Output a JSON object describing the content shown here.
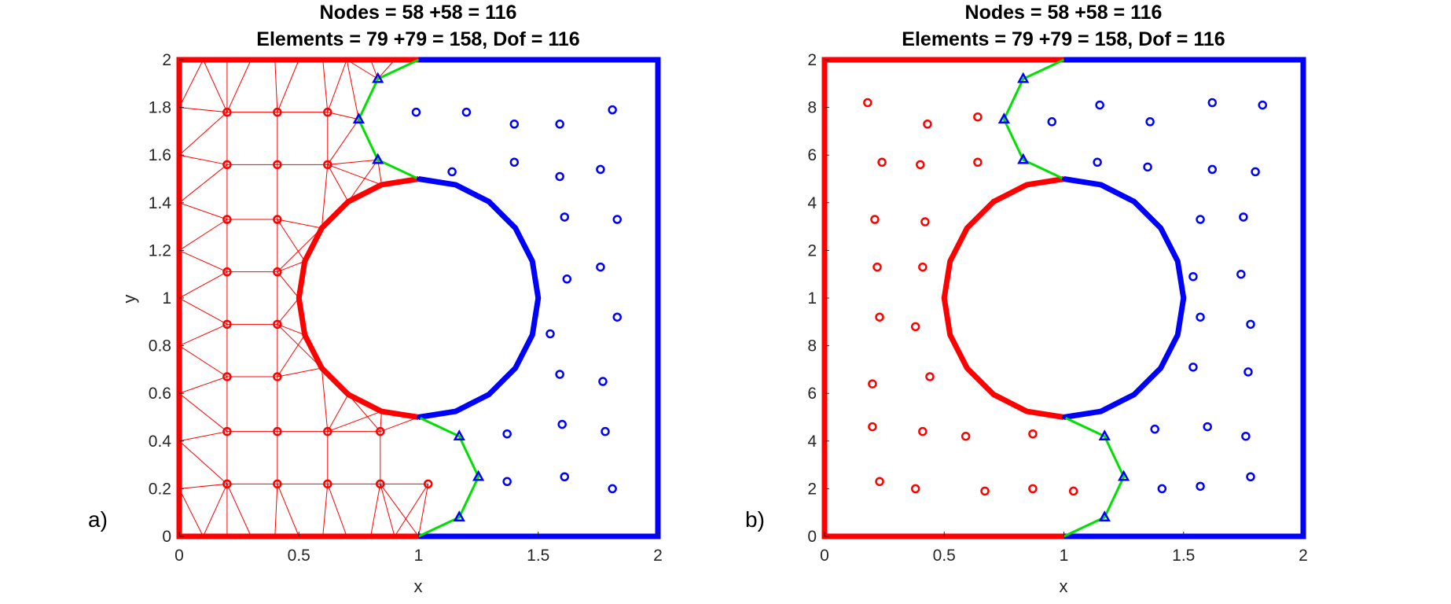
{
  "colors": {
    "region_a": "#ff0000",
    "region_b": "#0000ff",
    "interface": "#00e000",
    "axis": "#262626"
  },
  "chart_data": [
    {
      "type": "scatter",
      "panel_label": "a)",
      "title_line1": "Nodes = 58 +58 = 116",
      "title_line2": "Elements = 79 +79 = 158, Dof = 116",
      "xlabel": "x",
      "ylabel": "y",
      "xlim": [
        0,
        2
      ],
      "ylim": [
        0,
        2
      ],
      "x_ticks": [
        "0",
        "0.5",
        "1",
        "1.5",
        "2"
      ],
      "y_ticks": [
        "0",
        "0.2",
        "0.4",
        "0.6",
        "0.8",
        "1",
        "1.2",
        "1.4",
        "1.6",
        "1.8",
        "2"
      ],
      "mesh": true,
      "series": [
        {
          "role": "red-interior-nodes",
          "marker": "circle",
          "points": [
            [
              0.2,
              1.78
            ],
            [
              0.41,
              1.78
            ],
            [
              0.62,
              1.78
            ],
            [
              0.2,
              1.56
            ],
            [
              0.41,
              1.56
            ],
            [
              0.62,
              1.56
            ],
            [
              0.2,
              1.33
            ],
            [
              0.41,
              1.33
            ],
            [
              0.2,
              1.11
            ],
            [
              0.41,
              1.11
            ],
            [
              0.2,
              0.89
            ],
            [
              0.41,
              0.89
            ],
            [
              0.2,
              0.67
            ],
            [
              0.41,
              0.67
            ],
            [
              0.2,
              0.44
            ],
            [
              0.41,
              0.44
            ],
            [
              0.62,
              0.44
            ],
            [
              0.84,
              0.44
            ],
            [
              0.2,
              0.22
            ],
            [
              0.41,
              0.22
            ],
            [
              0.62,
              0.22
            ],
            [
              0.84,
              0.22
            ],
            [
              1.04,
              0.22
            ]
          ]
        },
        {
          "role": "blue-interior-nodes",
          "marker": "circle",
          "points": [
            [
              0.99,
              1.78
            ],
            [
              1.2,
              1.78
            ],
            [
              1.4,
              1.73
            ],
            [
              1.59,
              1.73
            ],
            [
              1.81,
              1.79
            ],
            [
              1.14,
              1.53
            ],
            [
              1.4,
              1.57
            ],
            [
              1.59,
              1.51
            ],
            [
              1.76,
              1.54
            ],
            [
              1.61,
              1.34
            ],
            [
              1.83,
              1.33
            ],
            [
              1.62,
              1.08
            ],
            [
              1.76,
              1.13
            ],
            [
              1.83,
              0.92
            ],
            [
              1.55,
              0.85
            ],
            [
              1.59,
              0.68
            ],
            [
              1.77,
              0.65
            ],
            [
              1.37,
              0.43
            ],
            [
              1.6,
              0.47
            ],
            [
              1.78,
              0.44
            ],
            [
              1.37,
              0.23
            ],
            [
              1.61,
              0.25
            ],
            [
              1.81,
              0.2
            ]
          ]
        },
        {
          "role": "interface-nodes",
          "marker": "triangle",
          "points": [
            [
              0.83,
              1.92
            ],
            [
              0.75,
              1.75
            ],
            [
              0.83,
              1.58
            ],
            [
              1.17,
              0.42
            ],
            [
              1.25,
              0.25
            ],
            [
              1.17,
              0.08
            ]
          ]
        }
      ]
    },
    {
      "type": "scatter",
      "panel_label": "b)",
      "title_line1": "Nodes = 58 +58 = 116",
      "title_line2": "Elements = 79 +79 = 158, Dof = 116",
      "xlabel": "x",
      "ylabel": "",
      "xlim": [
        0,
        2
      ],
      "ylim": [
        0,
        2
      ],
      "x_ticks": [
        "0",
        "0.5",
        "1",
        "1.5",
        "2"
      ],
      "y_ticks": [
        "0",
        "2",
        "4",
        "6",
        "8",
        "1",
        "2",
        "4",
        "6",
        "8",
        "2"
      ],
      "mesh": false,
      "series": [
        {
          "role": "red-interior-nodes",
          "marker": "circle",
          "points": [
            [
              0.18,
              1.82
            ],
            [
              0.43,
              1.73
            ],
            [
              0.64,
              1.76
            ],
            [
              0.24,
              1.57
            ],
            [
              0.4,
              1.56
            ],
            [
              0.64,
              1.57
            ],
            [
              0.21,
              1.33
            ],
            [
              0.42,
              1.32
            ],
            [
              0.22,
              1.13
            ],
            [
              0.41,
              1.13
            ],
            [
              0.23,
              0.92
            ],
            [
              0.38,
              0.88
            ],
            [
              0.2,
              0.64
            ],
            [
              0.44,
              0.67
            ],
            [
              0.2,
              0.46
            ],
            [
              0.41,
              0.44
            ],
            [
              0.59,
              0.42
            ],
            [
              0.87,
              0.43
            ],
            [
              0.23,
              0.23
            ],
            [
              0.38,
              0.2
            ],
            [
              0.67,
              0.19
            ],
            [
              0.87,
              0.2
            ],
            [
              1.04,
              0.19
            ]
          ]
        },
        {
          "role": "blue-interior-nodes",
          "marker": "circle",
          "points": [
            [
              0.95,
              1.74
            ],
            [
              1.15,
              1.81
            ],
            [
              1.36,
              1.74
            ],
            [
              1.62,
              1.82
            ],
            [
              1.83,
              1.81
            ],
            [
              1.14,
              1.57
            ],
            [
              1.35,
              1.55
            ],
            [
              1.62,
              1.54
            ],
            [
              1.8,
              1.53
            ],
            [
              1.57,
              1.33
            ],
            [
              1.75,
              1.34
            ],
            [
              1.54,
              1.09
            ],
            [
              1.74,
              1.1
            ],
            [
              1.57,
              0.92
            ],
            [
              1.78,
              0.89
            ],
            [
              1.54,
              0.71
            ],
            [
              1.77,
              0.69
            ],
            [
              1.38,
              0.45
            ],
            [
              1.6,
              0.46
            ],
            [
              1.76,
              0.42
            ],
            [
              1.41,
              0.2
            ],
            [
              1.57,
              0.21
            ],
            [
              1.78,
              0.25
            ]
          ]
        },
        {
          "role": "interface-nodes",
          "marker": "triangle",
          "points": [
            [
              0.83,
              1.92
            ],
            [
              0.75,
              1.75
            ],
            [
              0.83,
              1.58
            ],
            [
              1.17,
              0.42
            ],
            [
              1.25,
              0.25
            ],
            [
              1.17,
              0.08
            ]
          ]
        }
      ]
    }
  ]
}
